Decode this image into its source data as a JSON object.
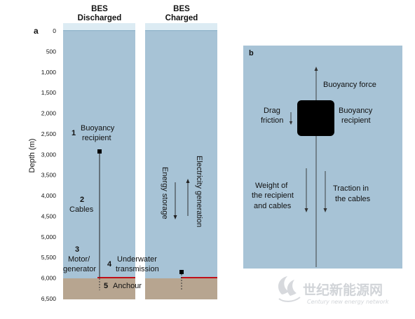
{
  "panel_a": {
    "label": "a",
    "columns": [
      {
        "title_line1": "BES",
        "title_line2": "Discharged"
      },
      {
        "title_line1": "BES",
        "title_line2": "Charged"
      }
    ],
    "y_axis_label": "Depth (m)",
    "depth_ticks": [
      "0",
      "500",
      "1,000",
      "1,500",
      "2,000",
      "2,500",
      "3,000",
      "3,500",
      "4,000",
      "4,500",
      "5,000",
      "5,500",
      "6,000",
      "6,500"
    ],
    "components": [
      {
        "number": "1",
        "line1": "Buoyancy",
        "line2": "recipient"
      },
      {
        "number": "2",
        "line1": "Cables",
        "line2": ""
      },
      {
        "number": "3",
        "line1": "Motor/",
        "line2": "generator"
      },
      {
        "number": "4",
        "line1": "Underwater",
        "line2": "transmission"
      },
      {
        "number": "5",
        "line1": "Anchour",
        "line2": ""
      }
    ],
    "energy_storage_label": "Energy storage",
    "electricity_generation_label": "Electricity generation"
  },
  "panel_b": {
    "label": "b",
    "buoyancy_force": "Buoyancy force",
    "drag_line1": "Drag",
    "drag_line2": "friction",
    "recipient_line1": "Buoyancy",
    "recipient_line2": "recipient",
    "weight_line1": "Weight of",
    "weight_line2": "the recipient",
    "weight_line3": "and cables",
    "traction_line1": "Traction in",
    "traction_line2": "the cables"
  },
  "watermark": {
    "chinese": "世纪新能源网",
    "english": "Century new energy network"
  },
  "colors": {
    "water": "#a7c3d6",
    "surface": "#dcebf3",
    "seabed": "#b7a590",
    "transmission_line": "#c0101a",
    "panel_b_bg": "#a7c3d6",
    "recipient": "#000000"
  }
}
